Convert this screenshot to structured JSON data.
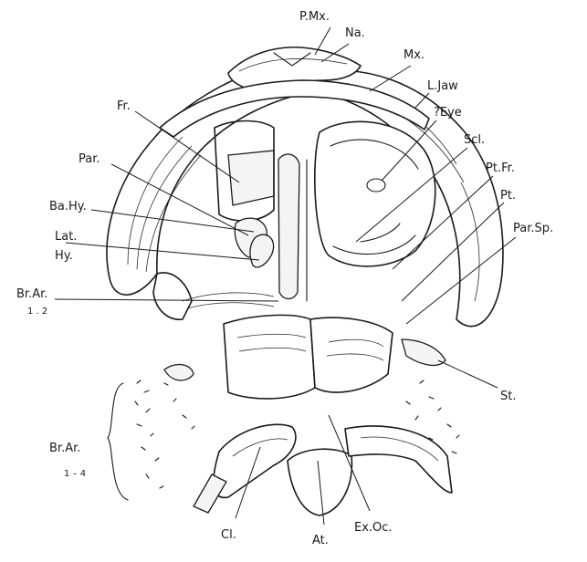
{
  "labels": {
    "pmx": "P.Mx.",
    "na": "Na.",
    "mx": "Mx.",
    "ljaw": "L.Jaw",
    "eye": "?Eye",
    "scl": "Scl.",
    "ptfr": "Pt.Fr.",
    "pt": "Pt.",
    "parsp": "Par.Sp.",
    "st": "St.",
    "fr": "Fr.",
    "par": "Par.",
    "bahy": "Ba.Hy.",
    "lat": "Lat.",
    "hy": "Hy.",
    "brar12": "Br.Ar.",
    "brar12_sub": "1 . 2",
    "brar14": "Br.Ar.",
    "brar14_sub": "1 – 4",
    "cl": "Cl.",
    "at": "At.",
    "exoc": "Ex.Oc."
  }
}
